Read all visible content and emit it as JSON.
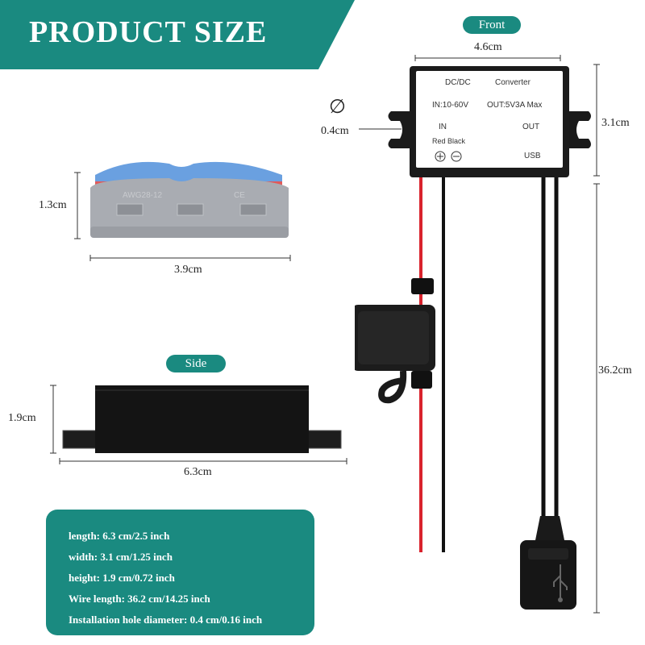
{
  "banner": {
    "title": "PRODUCT SIZE"
  },
  "connector": {
    "height": "1.3cm",
    "width": "3.9cm",
    "marking_left": "AWG28-12",
    "marking_right": "CE"
  },
  "side": {
    "label": "Side",
    "height": "1.9cm",
    "width": "6.3cm"
  },
  "front": {
    "label": "Front",
    "width": "4.6cm",
    "height": "3.1cm",
    "hole_symbol": "∅",
    "hole": "0.4cm",
    "wire": "36.2cm",
    "module_text": {
      "line1_left": "DC/DC",
      "line1_right": "Converter",
      "line2_left": "IN:10-60V",
      "line2_right": "OUT:5V3A Max",
      "in": "IN",
      "out": "OUT",
      "polarity": "Red Black",
      "usb": "USB"
    }
  },
  "colors": {
    "teal": "#1a8a80",
    "teal_dark": "#0f6e66"
  },
  "specs": [
    "length: 6.3 cm/2.5 inch",
    "width: 3.1 cm/1.25 inch",
    "height: 1.9 cm/0.72 inch",
    "Wire length: 36.2 cm/14.25 inch",
    "Installation hole diameter: 0.4 cm/0.16 inch"
  ]
}
